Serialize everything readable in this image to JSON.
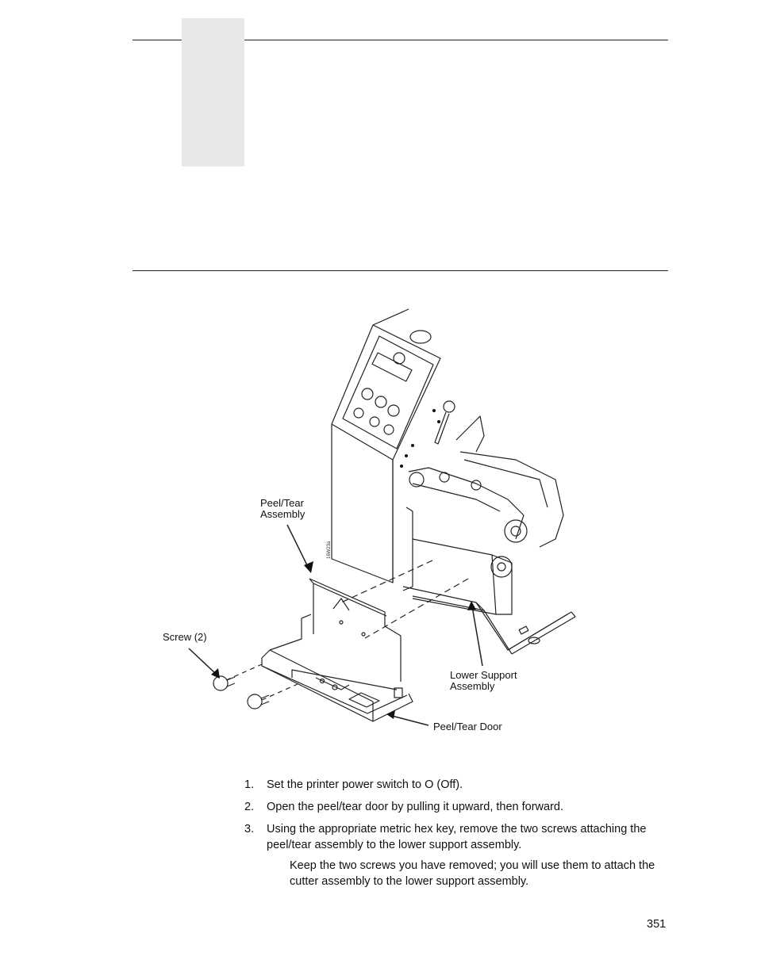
{
  "figure": {
    "labels": {
      "peel_tear_assembly_line1": "Peel/Tear",
      "peel_tear_assembly_line2": "Assembly",
      "screw": "Screw (2)",
      "lower_support_line1": "Lower Support",
      "lower_support_line2": "Assembly",
      "peel_tear_door": "Peel/Tear Door",
      "art_code": "16W23a"
    }
  },
  "steps": [
    {
      "num": "1.",
      "text": "Set the printer power switch to O (Off)."
    },
    {
      "num": "2.",
      "text": "Open the peel/tear door by pulling it upward, then forward."
    },
    {
      "num": "3.",
      "text": "Using the appropriate metric hex key, remove the two screws attaching the peel/tear assembly to the lower support assembly."
    }
  ],
  "note": "Keep the two screws you have removed; you will use them to attach the cutter assembly to the lower support assembly.",
  "page_number": "351"
}
